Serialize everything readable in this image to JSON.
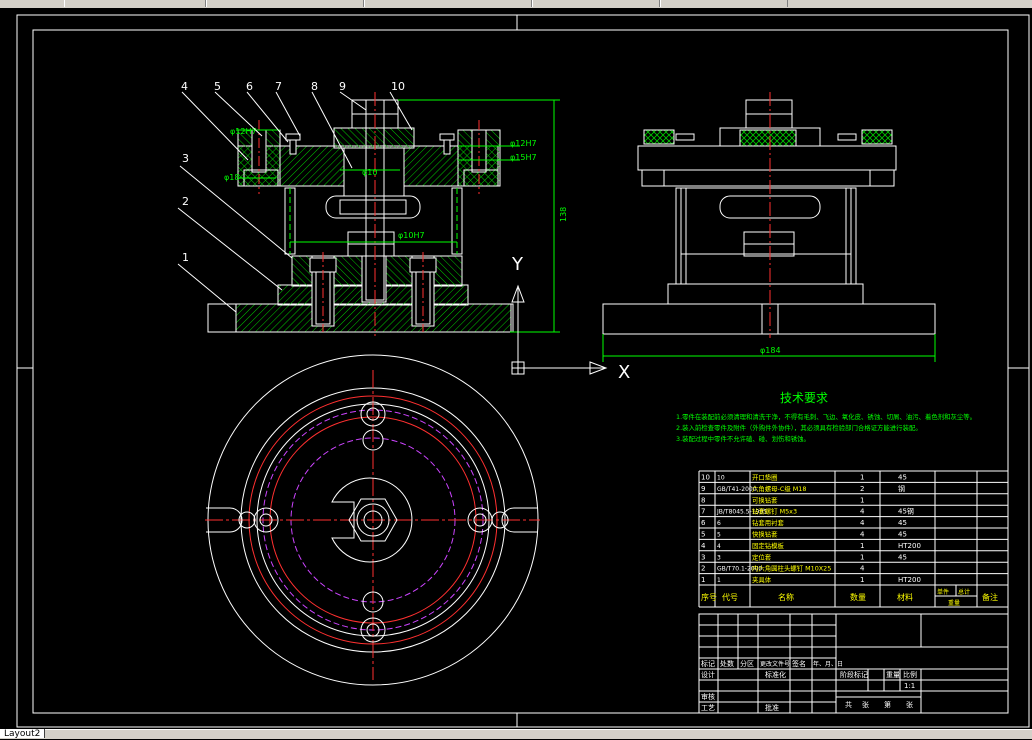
{
  "layout_tab": "Layout2",
  "tech_title": "技术要求",
  "tech_notes": [
    "1.零件在装配前必须清理和清洗干净，不得有毛刺、飞边、氧化皮、锈蚀、切屑、油污、着色剂和灰尘等。",
    "2.装入前检查零件及附件（外购件外协件），其必须具有检验部门合格证方能进行装配。",
    "3.装配过程中零件不允许磕、碰、划伤和锈蚀。"
  ],
  "balloons": [
    "4",
    "5",
    "6",
    "7",
    "8",
    "9",
    "10",
    "3",
    "2",
    "1"
  ],
  "dims": {
    "height": "138",
    "width": "φ184",
    "d1": "φ12H7",
    "d2": "φ18",
    "d3": "φ10",
    "d4": "φ10H7",
    "d5": "φ12H7",
    "d6": "φ15H7"
  },
  "axes": {
    "y": "Y",
    "x": "X"
  },
  "bom": [
    {
      "no": "10",
      "code": "10",
      "name": "开口垫圈",
      "qty": "1",
      "material": "45"
    },
    {
      "no": "9",
      "code": "GB/T41-2000",
      "name": "六角螺母-C级 M18",
      "qty": "2",
      "material": "钢"
    },
    {
      "no": "8",
      "code": "",
      "name": "可换钻套",
      "qty": "1",
      "material": ""
    },
    {
      "no": "7",
      "code": "JB/T8045.5-1995",
      "name": "钻套螺钉 M5x3",
      "qty": "4",
      "material": "45钢"
    },
    {
      "no": "6",
      "code": "6",
      "name": "钻套用衬套",
      "qty": "4",
      "material": "45"
    },
    {
      "no": "5",
      "code": "5",
      "name": "快换钻套",
      "qty": "4",
      "material": "45"
    },
    {
      "no": "4",
      "code": "4",
      "name": "固定钻模板",
      "qty": "1",
      "material": "HT200"
    },
    {
      "no": "3",
      "code": "3",
      "name": "定位套",
      "qty": "1",
      "material": "45"
    },
    {
      "no": "2",
      "code": "GB/T70.1-2000",
      "name": "内六角圆柱头螺钉 M10X25",
      "qty": "4",
      "material": ""
    },
    {
      "no": "1",
      "code": "1",
      "name": "夹具体",
      "qty": "1",
      "material": "HT200"
    }
  ],
  "bom_header": {
    "no": "序号",
    "code": "代号",
    "name": "名称",
    "qty": "数量",
    "material": "材料",
    "unit_wt": "单件",
    "total_wt": "总计",
    "weight": "重量",
    "remark": "备注"
  },
  "title_block": {
    "mark": "标记",
    "count": "处数",
    "zone": "分区",
    "change_doc": "更改文件号",
    "sign": "签名",
    "date": "年、月、日",
    "design": "设计",
    "standardize": "标准化",
    "stage": "阶段标记",
    "weight": "重量",
    "scale_label": "比例",
    "review": "审核",
    "process": "工艺",
    "approve": "批准",
    "scale": "1:1",
    "total": "共",
    "sheets": "张",
    "page": "第",
    "sheet": "张"
  },
  "colors": {
    "frame": "#ffffff",
    "part": "#ffffff",
    "hatch": "#00cc00",
    "dim": "#00ff00",
    "center": "#ff3030",
    "dashed": "#cc44ff",
    "text": "#00ff00",
    "table": "#ffffff",
    "bomtext": "#ffff00"
  }
}
